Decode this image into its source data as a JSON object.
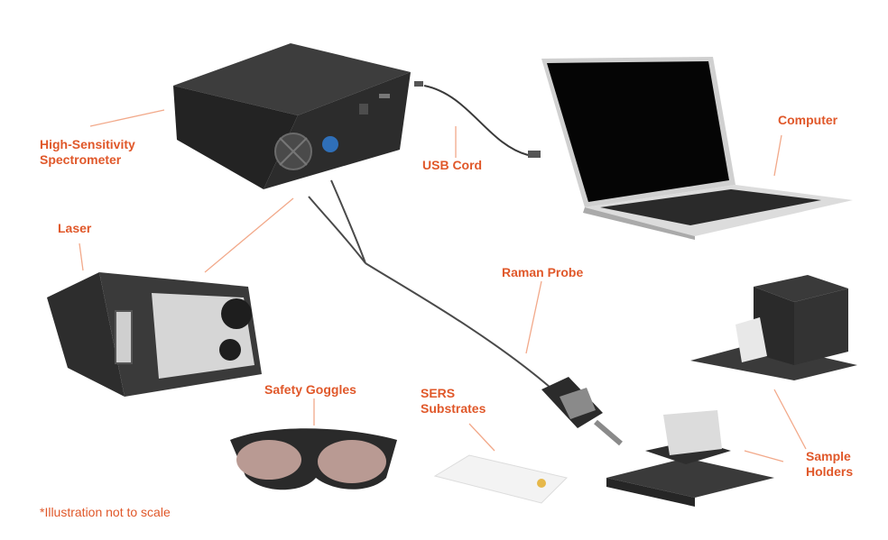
{
  "labels": {
    "spectrometer": [
      "High-Sensitivity",
      "Spectrometer"
    ],
    "usb": [
      "USB Cord"
    ],
    "computer": [
      "Computer"
    ],
    "laser": [
      "Laser"
    ],
    "probe": [
      "Raman Probe"
    ],
    "goggles": [
      "Safety Goggles"
    ],
    "sers": [
      "SERS",
      "Substrates"
    ],
    "holders": [
      "Sample",
      "Holders"
    ]
  },
  "footnote": "*Illustration not to scale",
  "colors": {
    "accent": "#e0582a",
    "device_dark": "#2b2b2b",
    "device_mid": "#3a3a3a",
    "panel_light": "#d9d9d9",
    "knob_blue": "#2f6fb8",
    "screen": "#050505",
    "laptop_silver": "#cfcfcf"
  }
}
